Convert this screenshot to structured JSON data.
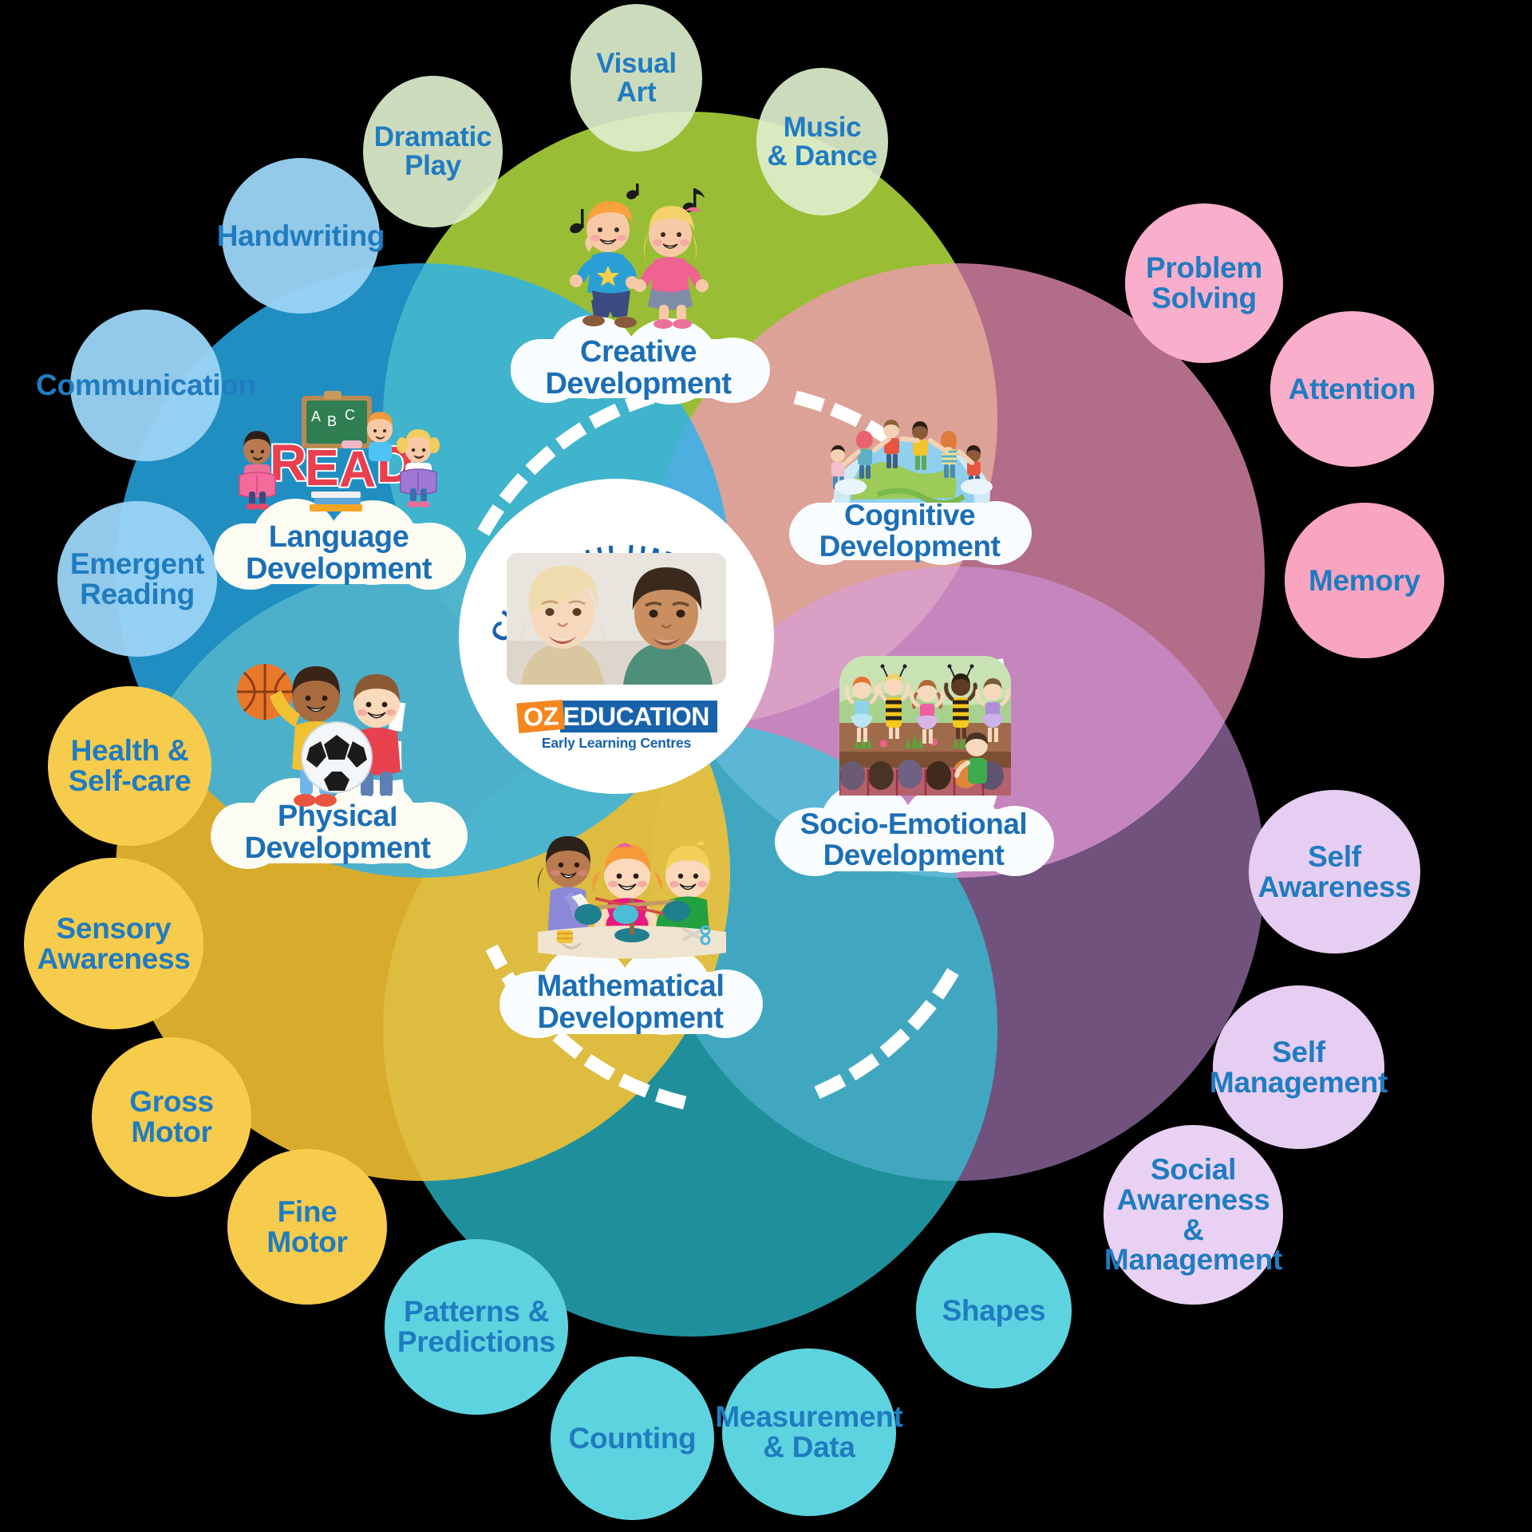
{
  "centre": {
    "arc_label": "CURRICULUM",
    "logo": {
      "brand_a": "OZ",
      "brand_b": "EDUCATION",
      "tagline": "Early Learning Centres"
    },
    "photo_alt": "two-children-photo"
  },
  "palette": {
    "creative_green": "#a6ce39",
    "cognitive_pink": "#f9aecb",
    "socio_purple": "#e3c5ef",
    "math_cyan": "#57d4e3",
    "physical_yellow": "#f7cb4b",
    "language_blue": "#39b5f0",
    "label_blue": "#1c6fb5",
    "sat_text_blue": "#1f7cc0",
    "cloud_white": "#fafdff",
    "logo_orange": "#f5871f",
    "logo_blue": "#1862ab"
  },
  "domains": [
    {
      "id": "creative",
      "label": "Creative\nDevelopment",
      "label_line1": "Creative",
      "label_line2": "Development",
      "color": "#a6ce39",
      "illustration": "dancing-children-illustration",
      "satellites": [
        "Dramatic Play",
        "Visual Art",
        "Music & Dance"
      ]
    },
    {
      "id": "cognitive",
      "label_line1": "Cognitive",
      "label_line2": "Development",
      "color": "#f9aecb",
      "illustration": "children-around-globe-illustration",
      "satellites": [
        "Problem Solving",
        "Attention",
        "Memory"
      ]
    },
    {
      "id": "socio-emotional",
      "label_line1": "Socio-Emotional",
      "label_line2": "Development",
      "color": "#e3c5ef",
      "illustration": "children-stage-performance-illustration",
      "satellites": [
        "Self Awareness",
        "Self Management",
        "Social Awareness & Management"
      ]
    },
    {
      "id": "mathematical",
      "label_line1": "Mathematical",
      "label_line2": "Development",
      "color": "#57d4e3",
      "illustration": "children-building-illustration",
      "satellites": [
        "Patterns & Predictions",
        "Counting",
        "Measurement & Data",
        "Shapes"
      ]
    },
    {
      "id": "physical",
      "label_line1": "Physical",
      "label_line2": "Development",
      "color": "#f7cb4b",
      "illustration": "children-with-balls-illustration",
      "satellites": [
        "Health & Self-care",
        "Sensory Awareness",
        "Gross Motor",
        "Fine Motor"
      ]
    },
    {
      "id": "language",
      "label_line1": "Language",
      "label_line2": "Development",
      "color": "#39b5f0",
      "illustration": "read-abc-illustration",
      "satellites": [
        "Handwriting",
        "Communication",
        "Emergent Reading"
      ]
    }
  ],
  "satellites": {
    "dramatic_play_l1": "Dramatic",
    "dramatic_play_l2": "Play",
    "visual_art_l1": "Visual",
    "visual_art_l2": "Art",
    "music_dance_l1": "Music",
    "music_dance_l2": "& Dance",
    "problem_solving_l1": "Problem",
    "problem_solving_l2": "Solving",
    "attention": "Attention",
    "memory": "Memory",
    "self_awareness_l1": "Self",
    "self_awareness_l2": "Awareness",
    "self_management_l1": "Self",
    "self_management_l2": "Management",
    "social_awareness_l1": "Social",
    "social_awareness_l2": "Awareness &",
    "social_awareness_l3": "Management",
    "shapes": "Shapes",
    "measurement_l1": "Measurement",
    "measurement_l2": "& Data",
    "counting": "Counting",
    "patterns_l1": "Patterns &",
    "patterns_l2": "Predictions",
    "fine_motor_l1": "Fine",
    "fine_motor_l2": "Motor",
    "gross_motor_l1": "Gross",
    "gross_motor_l2": "Motor",
    "sensory_l1": "Sensory",
    "sensory_l2": "Awareness",
    "health_l1": "Health &",
    "health_l2": "Self-care",
    "emergent_l1": "Emergent",
    "emergent_l2": "Reading",
    "communication": "Communication",
    "handwriting": "Handwriting"
  },
  "clouds": {
    "creative_l1": "Creative",
    "creative_l2": "Development",
    "cognitive_l1": "Cognitive",
    "cognitive_l2": "Development",
    "socio_l1": "Socio-Emotional",
    "socio_l2": "Development",
    "math_l1": "Mathematical",
    "math_l2": "Development",
    "physical_l1": "Physical",
    "physical_l2": "Development",
    "language_l1": "Language",
    "language_l2": "Development"
  }
}
